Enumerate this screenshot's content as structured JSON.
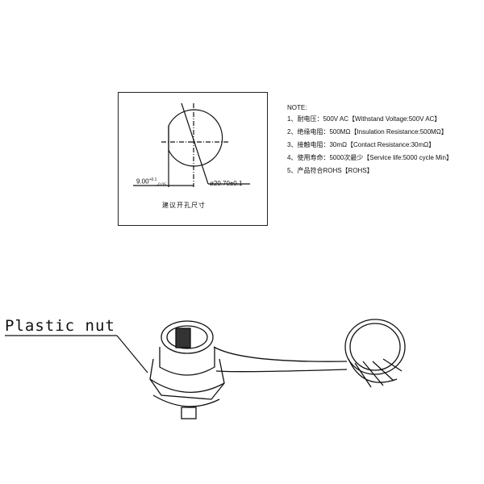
{
  "drawing": {
    "cutout_panel": {
      "caption": "建议开孔尺寸",
      "dimension_width": {
        "value": "9.00",
        "tol_upper": "+0.1",
        "tol_lower": "-0.05"
      },
      "dimension_diameter": "ø20.70±0.1"
    },
    "notes": {
      "title": "NOTE:",
      "items": [
        "1、耐电压：500V AC【Withstand Voltage:500V AC】",
        "2、绝缘电阻：500MΩ【Insulation Resistance:500MΩ】",
        "3、接触电阻：30mΩ【Contact Resistance:30mΩ】",
        "4、使用寿命：5000次最少【Service life:5000 cycle Min】",
        "5、产品符合ROHS【ROHS】"
      ]
    },
    "callout": {
      "label": "Plastic nut"
    },
    "colors": {
      "line": "#111111",
      "background": "#ffffff"
    }
  }
}
